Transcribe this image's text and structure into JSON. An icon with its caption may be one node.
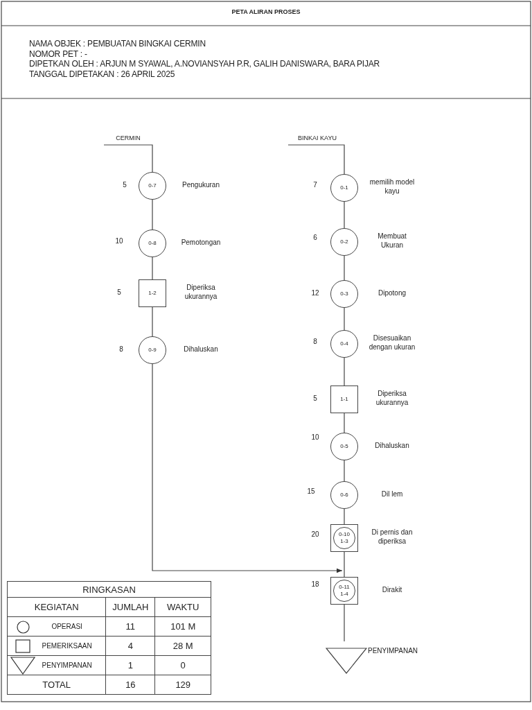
{
  "diagram": {
    "title": "PETA ALIRAN PROSES",
    "nodes": [
      {
        "text": [
          "CERMIN"
        ]
      },
      {
        "text": [
          "0-7"
        ],
        "beside": [
          "5",
          "Pengukuran"
        ]
      },
      {
        "text": [
          "0-8"
        ],
        "beside": [
          "10",
          "Pemotongan"
        ]
      },
      {
        "text": [
          "1-2"
        ],
        "beside": [
          "5",
          "Diperiksa ukurannya"
        ]
      },
      {
        "text": [
          "0-9"
        ],
        "beside": [
          "8",
          "Dihaluskan"
        ]
      },
      {
        "text": [
          "BINKAI KAYU"
        ]
      },
      {
        "text": [
          "0-1"
        ],
        "beside": [
          "7",
          "memilih model kayu"
        ]
      },
      {
        "text": [
          "0-2"
        ],
        "beside": [
          "6",
          "Membuat Ukuran"
        ]
      },
      {
        "text": [
          "0-3"
        ],
        "beside": [
          "12",
          "Dipotong"
        ]
      },
      {
        "text": [
          "0-4"
        ],
        "beside": [
          "8",
          "Disesuaikan dengan ukuran"
        ]
      },
      {
        "text": [
          "1-1"
        ],
        "beside": [
          "5",
          "Diperiksa ukurannya"
        ]
      },
      {
        "text": [
          "0-5"
        ],
        "beside": [
          "10",
          "Dihaluskan"
        ]
      },
      {
        "text": [
          "0-6"
        ],
        "beside": [
          "15",
          "Dil lem"
        ]
      },
      {
        "text": [
          "0-10",
          "1-3"
        ],
        "beside": [
          "20",
          "Di pernis dan diperiksa"
        ]
      },
      {
        "text": [
          "0-11",
          "1-4"
        ],
        "beside": [
          "18",
          "Dirakit"
        ]
      },
      {
        "text": [],
        "shape": "triangle",
        "beside": [
          "PENYIMPANAN"
        ]
      }
    ],
    "edges": [
      {
        "from": 0,
        "to": 1,
        "arrow": "none"
      },
      {
        "from": 1,
        "to": 2,
        "arrow": "none"
      },
      {
        "from": 2,
        "to": 3,
        "arrow": "none"
      },
      {
        "from": 3,
        "to": 4,
        "arrow": "none"
      },
      {
        "from": 4,
        "to": 14,
        "arrow": "to"
      },
      {
        "from": 5,
        "to": 6,
        "arrow": "none"
      },
      {
        "from": 6,
        "to": 7,
        "arrow": "none"
      },
      {
        "from": 7,
        "to": 8,
        "arrow": "none"
      },
      {
        "from": 8,
        "to": 9,
        "arrow": "none"
      },
      {
        "from": 9,
        "to": 10,
        "arrow": "none"
      },
      {
        "from": 10,
        "to": 11,
        "arrow": "none"
      },
      {
        "from": 11,
        "to": 12,
        "arrow": "none"
      },
      {
        "from": 12,
        "to": 13,
        "arrow": "none"
      },
      {
        "from": 13,
        "to": 14,
        "arrow": "none"
      },
      {
        "from": 14,
        "to": 15,
        "arrow": "none"
      }
    ],
    "labels": [
      "NAMA OBJEK : PEMBUATAN BINGKAI CERMIN",
      "NOMOR PET : -",
      "DIPETKAN OLEH : ARJUN M SYAWAL, A.NOVIANSYAH P.R, GALIH DANISWARA, BARA PIJAR",
      "TANGGAL DIPETAKAN : 26 APRIL 2025",
      "RINGKASAN",
      "KEGIATAN",
      "JUMLAH",
      "WAKTU",
      "OPERASI",
      "11",
      "101 M",
      "PEMERIKSAAN",
      "4",
      "28 M",
      "PENYIMPANAN",
      "1",
      "0",
      "TOTAL",
      "16",
      "129"
    ]
  }
}
